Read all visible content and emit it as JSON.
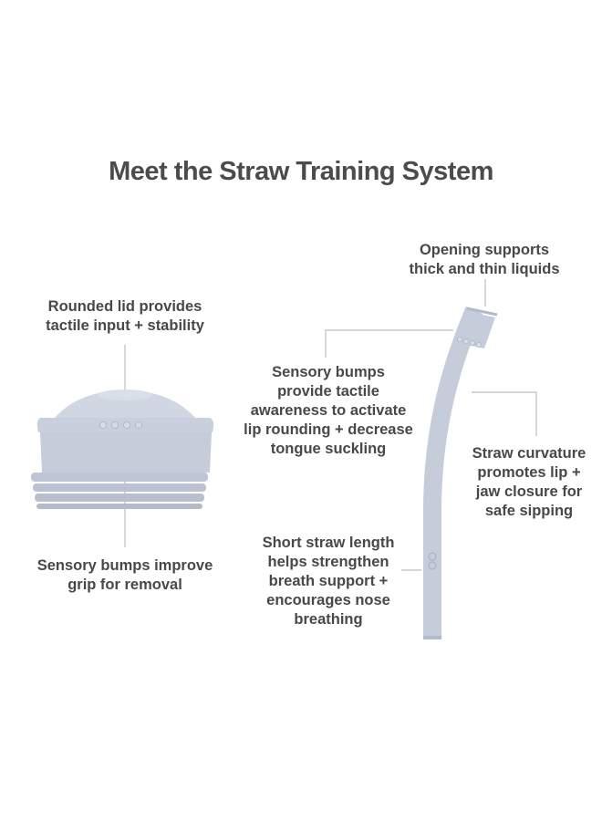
{
  "title": "Meet the Straw Training System",
  "captions": {
    "rounded_lid": [
      "Rounded lid provides",
      "tactile input + stability"
    ],
    "lid_bumps": [
      "Sensory bumps improve",
      "grip for removal"
    ],
    "opening": [
      "Opening supports",
      "thick and thin liquids"
    ],
    "straw_bumps": [
      "Sensory bumps",
      "provide tactile",
      "awareness to activate",
      "lip rounding + decrease",
      "tongue suckling"
    ],
    "curvature": [
      "Straw curvature",
      "promotes lip +",
      "jaw closure for",
      "safe sipping"
    ],
    "length": [
      "Short straw length",
      "helps strengthen",
      "breath support +",
      "encourages nose",
      "breathing"
    ]
  },
  "colors": {
    "product": "#c5ccda",
    "product_shade": "#b3bbcb",
    "product_light": "#d6dce7",
    "line": "#c8c8c8",
    "text": "#48484a"
  },
  "icons": {
    "lid": "silicone-lid-illustration",
    "straw": "silicone-straw-illustration"
  }
}
